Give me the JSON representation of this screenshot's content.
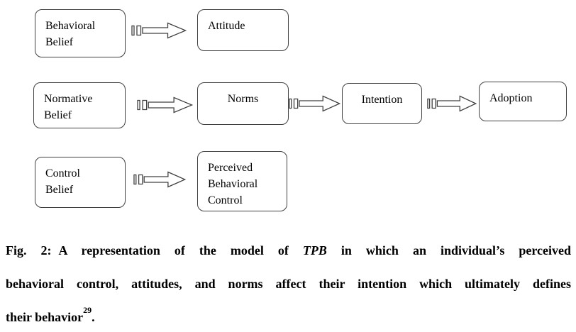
{
  "colors": {
    "background": "#ffffff",
    "box_border": "#404040",
    "box_fill": "#ffffff",
    "arrow_outline": "#404040",
    "arrow_fill": "#ffffff",
    "text": "#000000"
  },
  "diagram": {
    "boxes": {
      "behavioral_belief": {
        "lines": [
          "Behavioral",
          "Belief"
        ]
      },
      "attitude": {
        "lines": [
          "Attitude"
        ]
      },
      "normative_belief": {
        "lines": [
          "Normative",
          "Belief"
        ]
      },
      "norms": {
        "lines": [
          "Norms"
        ]
      },
      "intention": {
        "lines": [
          "Intention"
        ]
      },
      "adoption": {
        "lines": [
          "Adoption"
        ]
      },
      "control_belief": {
        "lines": [
          "Control",
          "Belief"
        ]
      },
      "perceived_behavioral_control": {
        "lines": [
          "Perceived",
          "Behavioral",
          "Control"
        ]
      }
    },
    "connections": [
      {
        "from": "Behavioral Belief",
        "to": "Attitude"
      },
      {
        "from": "Normative Belief",
        "to": "Norms"
      },
      {
        "from": "Norms",
        "to": "Intention"
      },
      {
        "from": "Intention",
        "to": "Adoption"
      },
      {
        "from": "Control Belief",
        "to": "Perceived Behavioral Control"
      }
    ],
    "arrow_style": "striped-right-arrow"
  },
  "caption": {
    "fig_label": "Fig. 2:",
    "line1_pre": "A representation of the model of ",
    "line1_italic": "TPB",
    "line1_post": " in which an individual’s perceived",
    "line2": "behavioral control, attitudes, and norms affect their intention which ultimately defines",
    "line3_pre": "their behavior",
    "line3_sup": "29",
    "line3_post": "."
  }
}
